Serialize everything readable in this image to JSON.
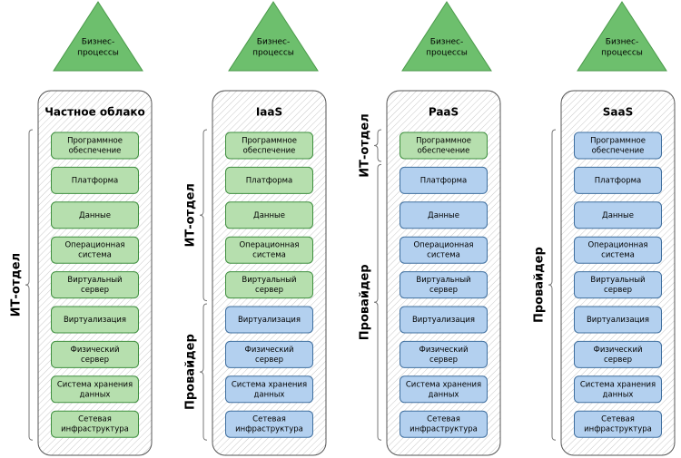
{
  "triangle_label": [
    "Бизнес-",
    "процессы"
  ],
  "columns": [
    {
      "title": "Частное облако",
      "layers": [
        {
          "label": [
            "Программное",
            "обеспечение"
          ],
          "owner": "it"
        },
        {
          "label": [
            "Платформа"
          ],
          "owner": "it"
        },
        {
          "label": [
            "Данные"
          ],
          "owner": "it"
        },
        {
          "label": [
            "Операционная",
            "система"
          ],
          "owner": "it"
        },
        {
          "label": [
            "Виртуальный",
            "сервер"
          ],
          "owner": "it"
        },
        {
          "label": [
            "Виртуализация"
          ],
          "owner": "it"
        },
        {
          "label": [
            "Физический",
            "сервер"
          ],
          "owner": "it"
        },
        {
          "label": [
            "Система хранения",
            "данных"
          ],
          "owner": "it"
        },
        {
          "label": [
            "Сетевая",
            "инфраструктура"
          ],
          "owner": "it"
        }
      ],
      "groups": [
        {
          "label": "ИТ-отдел",
          "from": 0,
          "to": 8
        }
      ]
    },
    {
      "title": "IaaS",
      "layers": [
        {
          "label": [
            "Программное",
            "обеспечение"
          ],
          "owner": "it"
        },
        {
          "label": [
            "Платформа"
          ],
          "owner": "it"
        },
        {
          "label": [
            "Данные"
          ],
          "owner": "it"
        },
        {
          "label": [
            "Операционная",
            "система"
          ],
          "owner": "it"
        },
        {
          "label": [
            "Виртуальный",
            "сервер"
          ],
          "owner": "it"
        },
        {
          "label": [
            "Виртуализация"
          ],
          "owner": "provider"
        },
        {
          "label": [
            "Физический",
            "сервер"
          ],
          "owner": "provider"
        },
        {
          "label": [
            "Система хранения",
            "данных"
          ],
          "owner": "provider"
        },
        {
          "label": [
            "Сетевая",
            "инфраструктура"
          ],
          "owner": "provider"
        }
      ],
      "groups": [
        {
          "label": "ИТ-отдел",
          "from": 0,
          "to": 4
        },
        {
          "label": "Провайдер",
          "from": 5,
          "to": 8
        }
      ]
    },
    {
      "title": "PaaS",
      "layers": [
        {
          "label": [
            "Программное",
            "обеспечение"
          ],
          "owner": "it"
        },
        {
          "label": [
            "Платформа"
          ],
          "owner": "provider"
        },
        {
          "label": [
            "Данные"
          ],
          "owner": "provider"
        },
        {
          "label": [
            "Операционная",
            "система"
          ],
          "owner": "provider"
        },
        {
          "label": [
            "Виртуальный",
            "сервер"
          ],
          "owner": "provider"
        },
        {
          "label": [
            "Виртуализация"
          ],
          "owner": "provider"
        },
        {
          "label": [
            "Физический",
            "сервер"
          ],
          "owner": "provider"
        },
        {
          "label": [
            "Система хранения",
            "данных"
          ],
          "owner": "provider"
        },
        {
          "label": [
            "Сетевая",
            "инфраструктура"
          ],
          "owner": "provider"
        }
      ],
      "groups": [
        {
          "label": "ИТ-отдел",
          "from": 0,
          "to": 0
        },
        {
          "label": "Провайдер",
          "from": 1,
          "to": 8
        }
      ]
    },
    {
      "title": "SaaS",
      "layers": [
        {
          "label": [
            "Программное",
            "обеспечение"
          ],
          "owner": "provider"
        },
        {
          "label": [
            "Платформа"
          ],
          "owner": "provider"
        },
        {
          "label": [
            "Данные"
          ],
          "owner": "provider"
        },
        {
          "label": [
            "Операционная",
            "система"
          ],
          "owner": "provider"
        },
        {
          "label": [
            "Виртуальный",
            "сервер"
          ],
          "owner": "provider"
        },
        {
          "label": [
            "Виртуализация"
          ],
          "owner": "provider"
        },
        {
          "label": [
            "Физический",
            "сервер"
          ],
          "owner": "provider"
        },
        {
          "label": [
            "Система хранения",
            "данных"
          ],
          "owner": "provider"
        },
        {
          "label": [
            "Сетевая",
            "инфраструктура"
          ],
          "owner": "provider"
        }
      ],
      "groups": [
        {
          "label": "Провайдер",
          "from": 0,
          "to": 8
        }
      ]
    }
  ],
  "colors": {
    "triangle_fill": "#6dbf6d",
    "triangle_stroke": "#4a9a4a",
    "it_fill": "#b6dfae",
    "it_stroke": "#3f8f3f",
    "provider_fill": "#b3d0ef",
    "provider_stroke": "#3f6f9f",
    "panel_stroke": "#555555",
    "hatch": "#c8c8c8",
    "brace": "#777777"
  }
}
